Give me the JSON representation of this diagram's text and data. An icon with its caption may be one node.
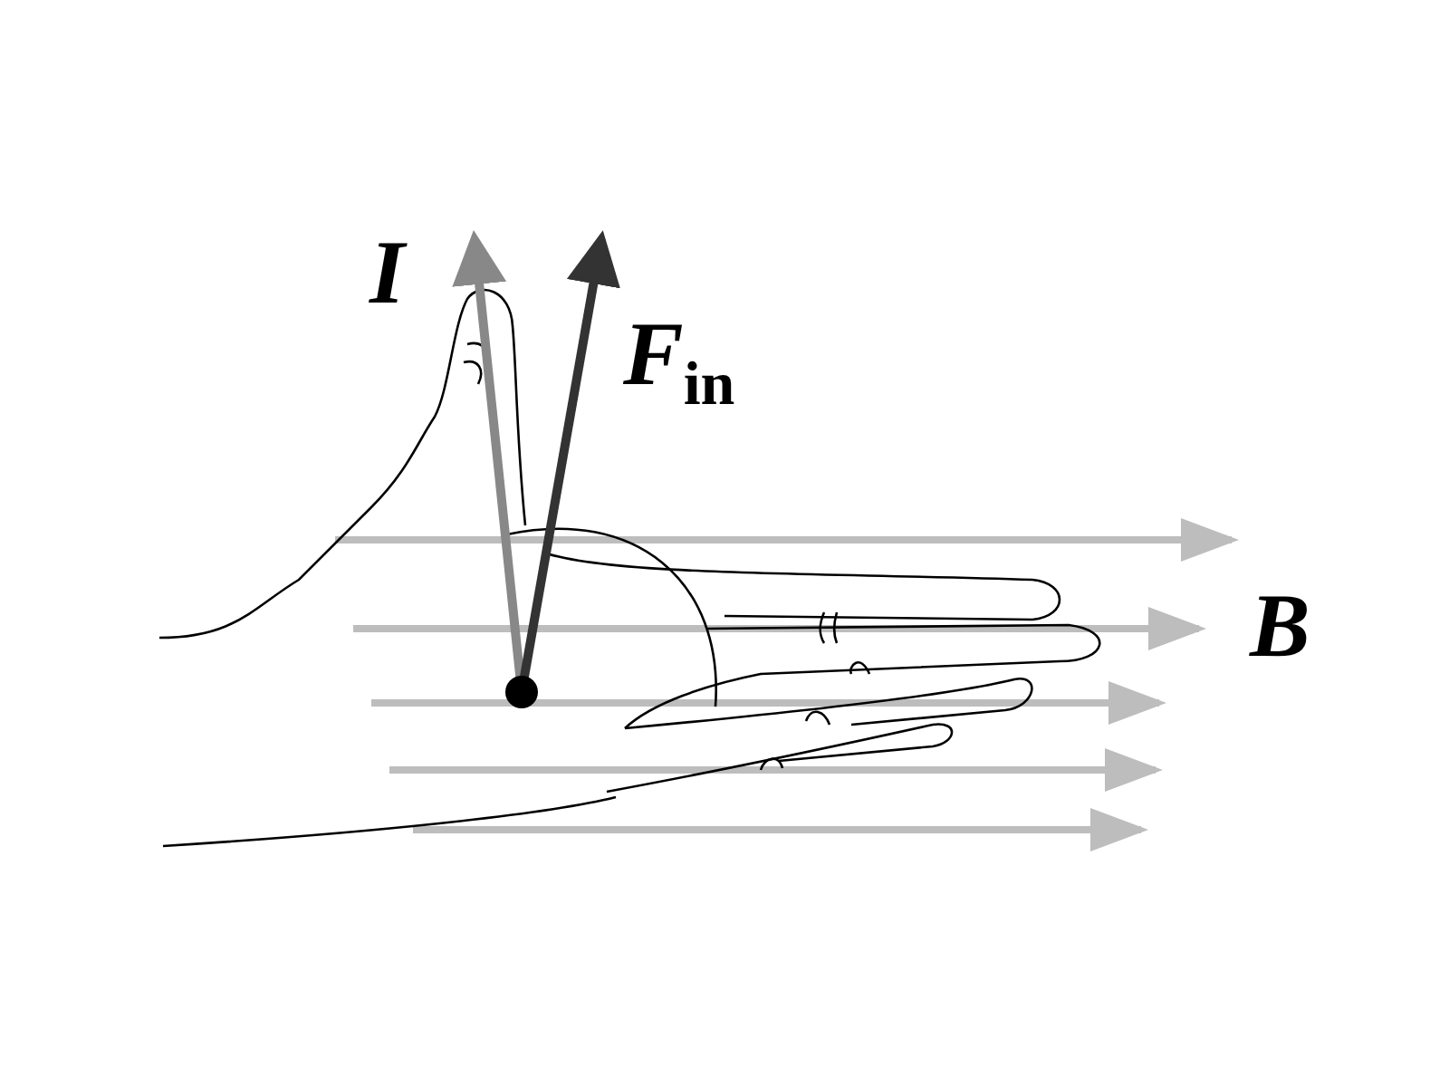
{
  "diagram": {
    "labels": [
      "I",
      "F$_{in}$",
      "B"
    ]
  }
}
